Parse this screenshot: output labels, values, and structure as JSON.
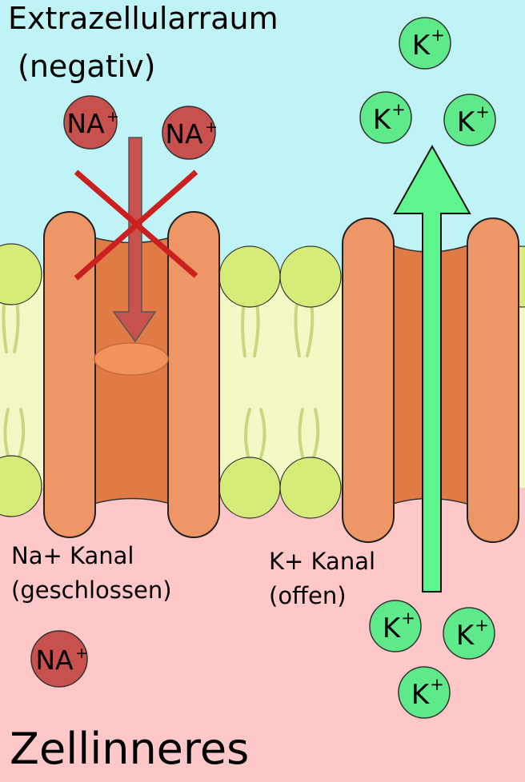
{
  "labels": {
    "outside_line1": "Extrazellularraum",
    "outside_line2": "(negativ)",
    "inside": "Zellinneres",
    "na_channel_line1": "Na+ Kanal",
    "na_channel_line2": "(geschlossen)",
    "k_channel_line1": "K+ Kanal",
    "k_channel_line2": "(offen)"
  },
  "ions": {
    "na_symbol": "NA",
    "k_symbol": "K",
    "charge": "+"
  },
  "colors": {
    "extracellular": "#bff3f6",
    "intracellular": "#ffc8c8",
    "membrane_core": "#f3f8c4",
    "lipid_head": "#d6ec78",
    "channel_wall": "#ee9665",
    "channel_pore": "#e07b45",
    "na_ion": "#c9514d",
    "k_ion": "#5eea8a",
    "blocked_arrow": "#c9514d",
    "blocking_cross": "#cc2020",
    "flow_arrow": "#5ef58f"
  }
}
